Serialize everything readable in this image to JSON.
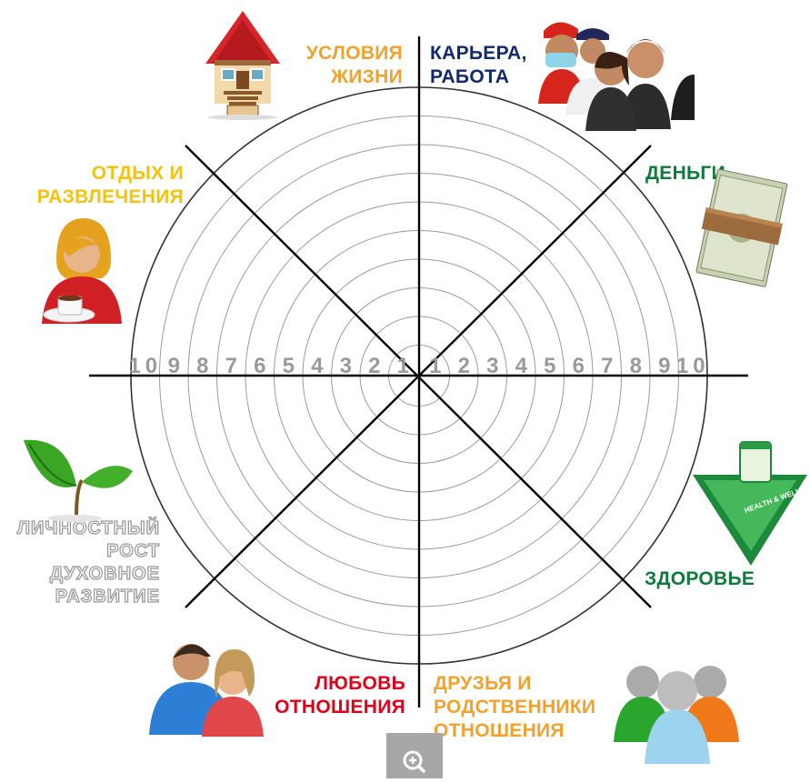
{
  "colors": {
    "living": "#f0a12e",
    "career": "#102a6b",
    "rest": "#f2c20d",
    "money": "#0f7a3a",
    "growth_outline": "#9a9a9a",
    "health": "#0f7a3a",
    "love": "#e1001a",
    "friends": "#f0a12e",
    "lines": "#000000",
    "rings": "#9a9a9a",
    "scale": "#9a9a9a"
  },
  "sectors": {
    "living": {
      "line1": "УСЛОВИЯ",
      "line2": "ЖИЗНИ",
      "icon": "house-icon"
    },
    "career": {
      "line1": "КАРЬЕРА,",
      "line2": "РАБОТА",
      "icon": "professionals-icon"
    },
    "rest": {
      "line1": "ОТДЫХ И",
      "line2": "РАЗВЛЕЧЕНИЯ",
      "icon": "woman-with-coffee-icon"
    },
    "money": {
      "line1": "ДЕНЬГИ",
      "icon": "money-stack-icon"
    },
    "growth": {
      "line1": "ЛИЧНОСТНЫЙ",
      "line2": "РОСТ",
      "line3": "ДУХОВНОЕ",
      "line4": "РАЗВИТИЕ",
      "icon": "sprout-icon"
    },
    "health": {
      "line1": "ЗДОРОВЬЕ",
      "icon": "health-wellness-icon"
    },
    "love": {
      "line1": "ЛЮБОВЬ",
      "line2": "ОТНОШЕНИЯ",
      "icon": "couple-icon"
    },
    "friends": {
      "line1": "ДРУЗЬЯ И",
      "line2": "РОДСТВЕННИКИ",
      "line3": "ОТНОШЕНИЯ",
      "icon": "friends-group-icon"
    }
  },
  "scale": {
    "left": [
      "10",
      "9",
      "8",
      "7",
      "6",
      "5",
      "4",
      "3",
      "2",
      "1"
    ],
    "right": [
      "1",
      "2",
      "3",
      "4",
      "5",
      "6",
      "7",
      "8",
      "9",
      "10"
    ],
    "ring_count": 10
  },
  "zoom_button": {
    "icon": "zoom-in-icon"
  }
}
